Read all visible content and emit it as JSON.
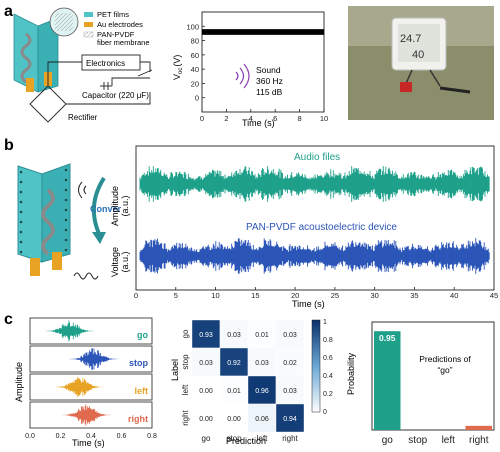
{
  "panels": {
    "a": {
      "letter": "a",
      "legend": [
        "PET films",
        "Au electrodes",
        "PAN-PVDF",
        "fiber membrane"
      ],
      "circuit": {
        "electronics": "Electronics",
        "capacitor": "Capacitor (220 μF)",
        "rectifier": "Rectifier"
      },
      "voltage_plot": {
        "ylabel": "V",
        "ylabel_sub": "oc",
        "ylabel_unit": "(V)",
        "xlabel": "Time (s)",
        "annotation": [
          "Sound",
          "360 Hz",
          "115 dB"
        ]
      },
      "hygrometer": {
        "temp": "24.7",
        "humidity": "40"
      }
    },
    "b": {
      "letter": "b",
      "arrow_label": "Conver",
      "audio_title": "Audio files",
      "device_title": "PAN-PVDF acoustoelectric device",
      "ylabel_top": [
        "Amplitude",
        "(a.u.)"
      ],
      "ylabel_bottom": [
        "Voltage",
        "(a.u.)"
      ],
      "xlabel": "Time (s)"
    },
    "c": {
      "letter": "c",
      "ylabel": "Amplitude",
      "xlabel": "Time (s)",
      "words": [
        {
          "label": "go",
          "color": "#1fa08a"
        },
        {
          "label": "stop",
          "color": "#2c55b8"
        },
        {
          "label": "left",
          "color": "#e8a325"
        },
        {
          "label": "right",
          "color": "#e06a4e"
        }
      ],
      "confusion": {
        "ylabel": "Label",
        "xlabel": "Prediction",
        "classes": [
          "go",
          "stop",
          "left",
          "right"
        ],
        "matrix": [
          [
            "0.93",
            "0.03",
            "0.01",
            "0.03"
          ],
          [
            "0.03",
            "0.92",
            "0.03",
            "0.02"
          ],
          [
            "0.00",
            "0.01",
            "0.96",
            "0.03"
          ],
          [
            "0.00",
            "0.00",
            "0.06",
            "0.94"
          ]
        ],
        "colorbar_ticks": [
          "1",
          "0.8",
          "0.6",
          "0.4",
          "0.2",
          "0"
        ]
      },
      "probability": {
        "ylabel": "Probability",
        "title": [
          "Predictions of",
          "“go”"
        ],
        "value_label": "0.95"
      }
    }
  },
  "chart_data": [
    {
      "type": "line",
      "title": "",
      "xlabel": "Time (s)",
      "ylabel": "Voc (V)",
      "xlim": [
        0,
        10
      ],
      "ylim": [
        -20,
        120
      ],
      "xticks": [
        0,
        2,
        4,
        6,
        8,
        10
      ],
      "yticks": [
        0,
        20,
        40,
        60,
        80,
        100
      ],
      "series": [
        {
          "values_band": [
            88,
            96
          ]
        }
      ],
      "annotation": "Sound 360 Hz 115 dB"
    },
    {
      "type": "line",
      "title": "Audio files",
      "xlabel": "Time (s)",
      "ylabel": "Amplitude (a.u.)",
      "xlim": [
        0,
        45
      ],
      "xticks": [
        0,
        5,
        10,
        15,
        20,
        25,
        30,
        35,
        40,
        45
      ],
      "color": "#1fa08a"
    },
    {
      "type": "line",
      "title": "PAN-PVDF acoustoelectric device",
      "xlabel": "Time (s)",
      "ylabel": "Voltage (a.u.)",
      "xlim": [
        0,
        45
      ],
      "xticks": [
        0,
        5,
        10,
        15,
        20,
        25,
        30,
        35,
        40,
        45
      ],
      "color": "#2c55b8"
    },
    {
      "type": "heatmap",
      "xlabel": "Prediction",
      "ylabel": "Label",
      "categories": [
        "go",
        "stop",
        "left",
        "right"
      ],
      "values": [
        [
          0.93,
          0.03,
          0.01,
          0.03
        ],
        [
          0.03,
          0.92,
          0.03,
          0.02
        ],
        [
          0.0,
          0.01,
          0.96,
          0.03
        ],
        [
          0.0,
          0.0,
          0.06,
          0.94
        ]
      ],
      "colorbar": [
        0,
        1
      ]
    },
    {
      "type": "bar",
      "ylabel": "Probability",
      "categories": [
        "go",
        "stop",
        "left",
        "right"
      ],
      "values": [
        0.95,
        0.0,
        0.0,
        0.04
      ],
      "colors": [
        "#1fa08a",
        "#2c55b8",
        "#e8a325",
        "#e06a4e"
      ],
      "ylim": [
        0,
        1.0
      ],
      "annotation": "Predictions of “go”"
    }
  ]
}
